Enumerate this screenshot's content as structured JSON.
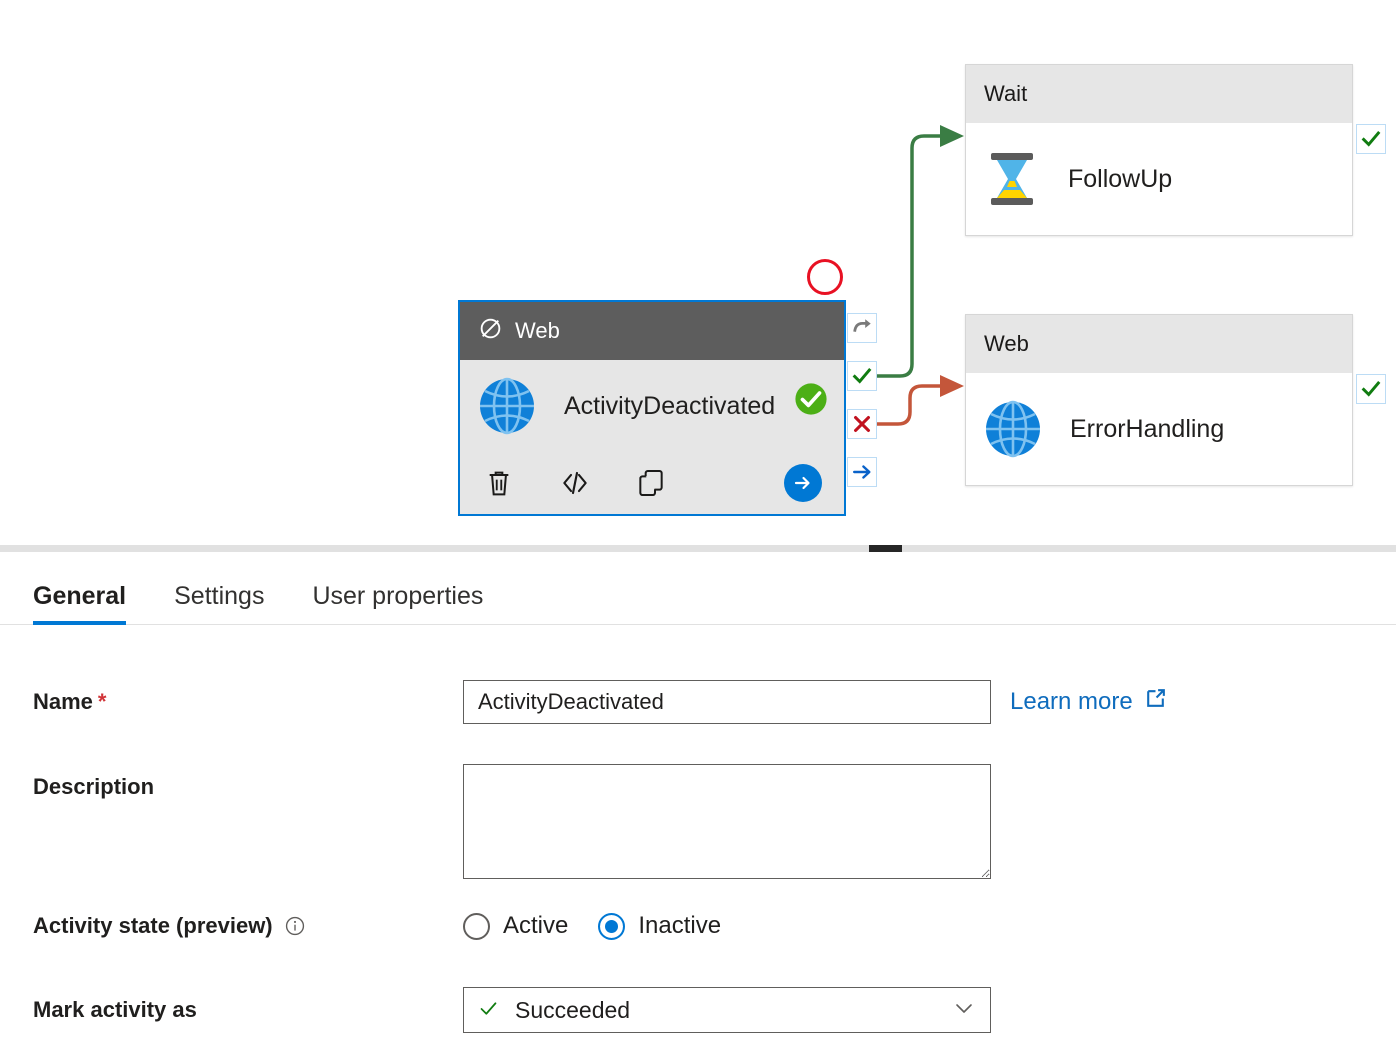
{
  "canvas": {
    "annotation_marker": "red-circle",
    "selected_activity": {
      "type_label": "Web",
      "name": "ActivityDeactivated",
      "status_badge": "succeeded-check",
      "deactivated_icon": "slashed-circle-icon",
      "actions": [
        {
          "name": "delete",
          "icon": "trash-icon"
        },
        {
          "name": "code",
          "icon": "code-brackets-icon"
        },
        {
          "name": "clone",
          "icon": "copy-icon"
        },
        {
          "name": "run",
          "icon": "arrow-right-circle-icon"
        }
      ],
      "handles": [
        {
          "name": "skip",
          "icon": "curved-arrow-icon"
        },
        {
          "name": "success",
          "icon": "green-check-icon"
        },
        {
          "name": "failure",
          "icon": "red-x-icon"
        },
        {
          "name": "completion",
          "icon": "blue-arrow-icon"
        }
      ]
    },
    "targets": [
      {
        "type_label": "Wait",
        "name": "FollowUp",
        "icon": "hourglass-icon",
        "handle_icon": "green-check-icon"
      },
      {
        "type_label": "Web",
        "name": "ErrorHandling",
        "icon": "globe-icon",
        "handle_icon": "green-check-icon"
      }
    ],
    "connectors": [
      {
        "from": "success",
        "to": "FollowUp",
        "color": "#3a7d44"
      },
      {
        "from": "failure",
        "to": "ErrorHandling",
        "color": "#c4563a"
      }
    ]
  },
  "panel": {
    "tabs": [
      {
        "label": "General",
        "active": true
      },
      {
        "label": "Settings",
        "active": false
      },
      {
        "label": "User properties",
        "active": false
      }
    ],
    "fields": {
      "name": {
        "label": "Name",
        "required_mark": "*",
        "value": "ActivityDeactivated",
        "placeholder": ""
      },
      "description": {
        "label": "Description",
        "value": "",
        "placeholder": ""
      },
      "activity_state": {
        "label": "Activity state (preview)",
        "info_icon": "info-circle-icon",
        "options": [
          {
            "label": "Active",
            "selected": false
          },
          {
            "label": "Inactive",
            "selected": true
          }
        ]
      },
      "mark_activity_as": {
        "label": "Mark activity as",
        "value": "Succeeded",
        "check_icon": "green-check-icon",
        "chevron_icon": "chevron-down-icon"
      }
    },
    "learn_more": {
      "label": "Learn more",
      "icon": "external-link-icon"
    }
  },
  "colors": {
    "accent": "#0078d4",
    "link": "#0f6cbd",
    "success": "#107c10",
    "error": "#d13438",
    "success_connector": "#3a7d44",
    "failure_connector": "#c4563a",
    "header_gray": "#5d5d5d",
    "card_gray": "#e6e6e6"
  }
}
